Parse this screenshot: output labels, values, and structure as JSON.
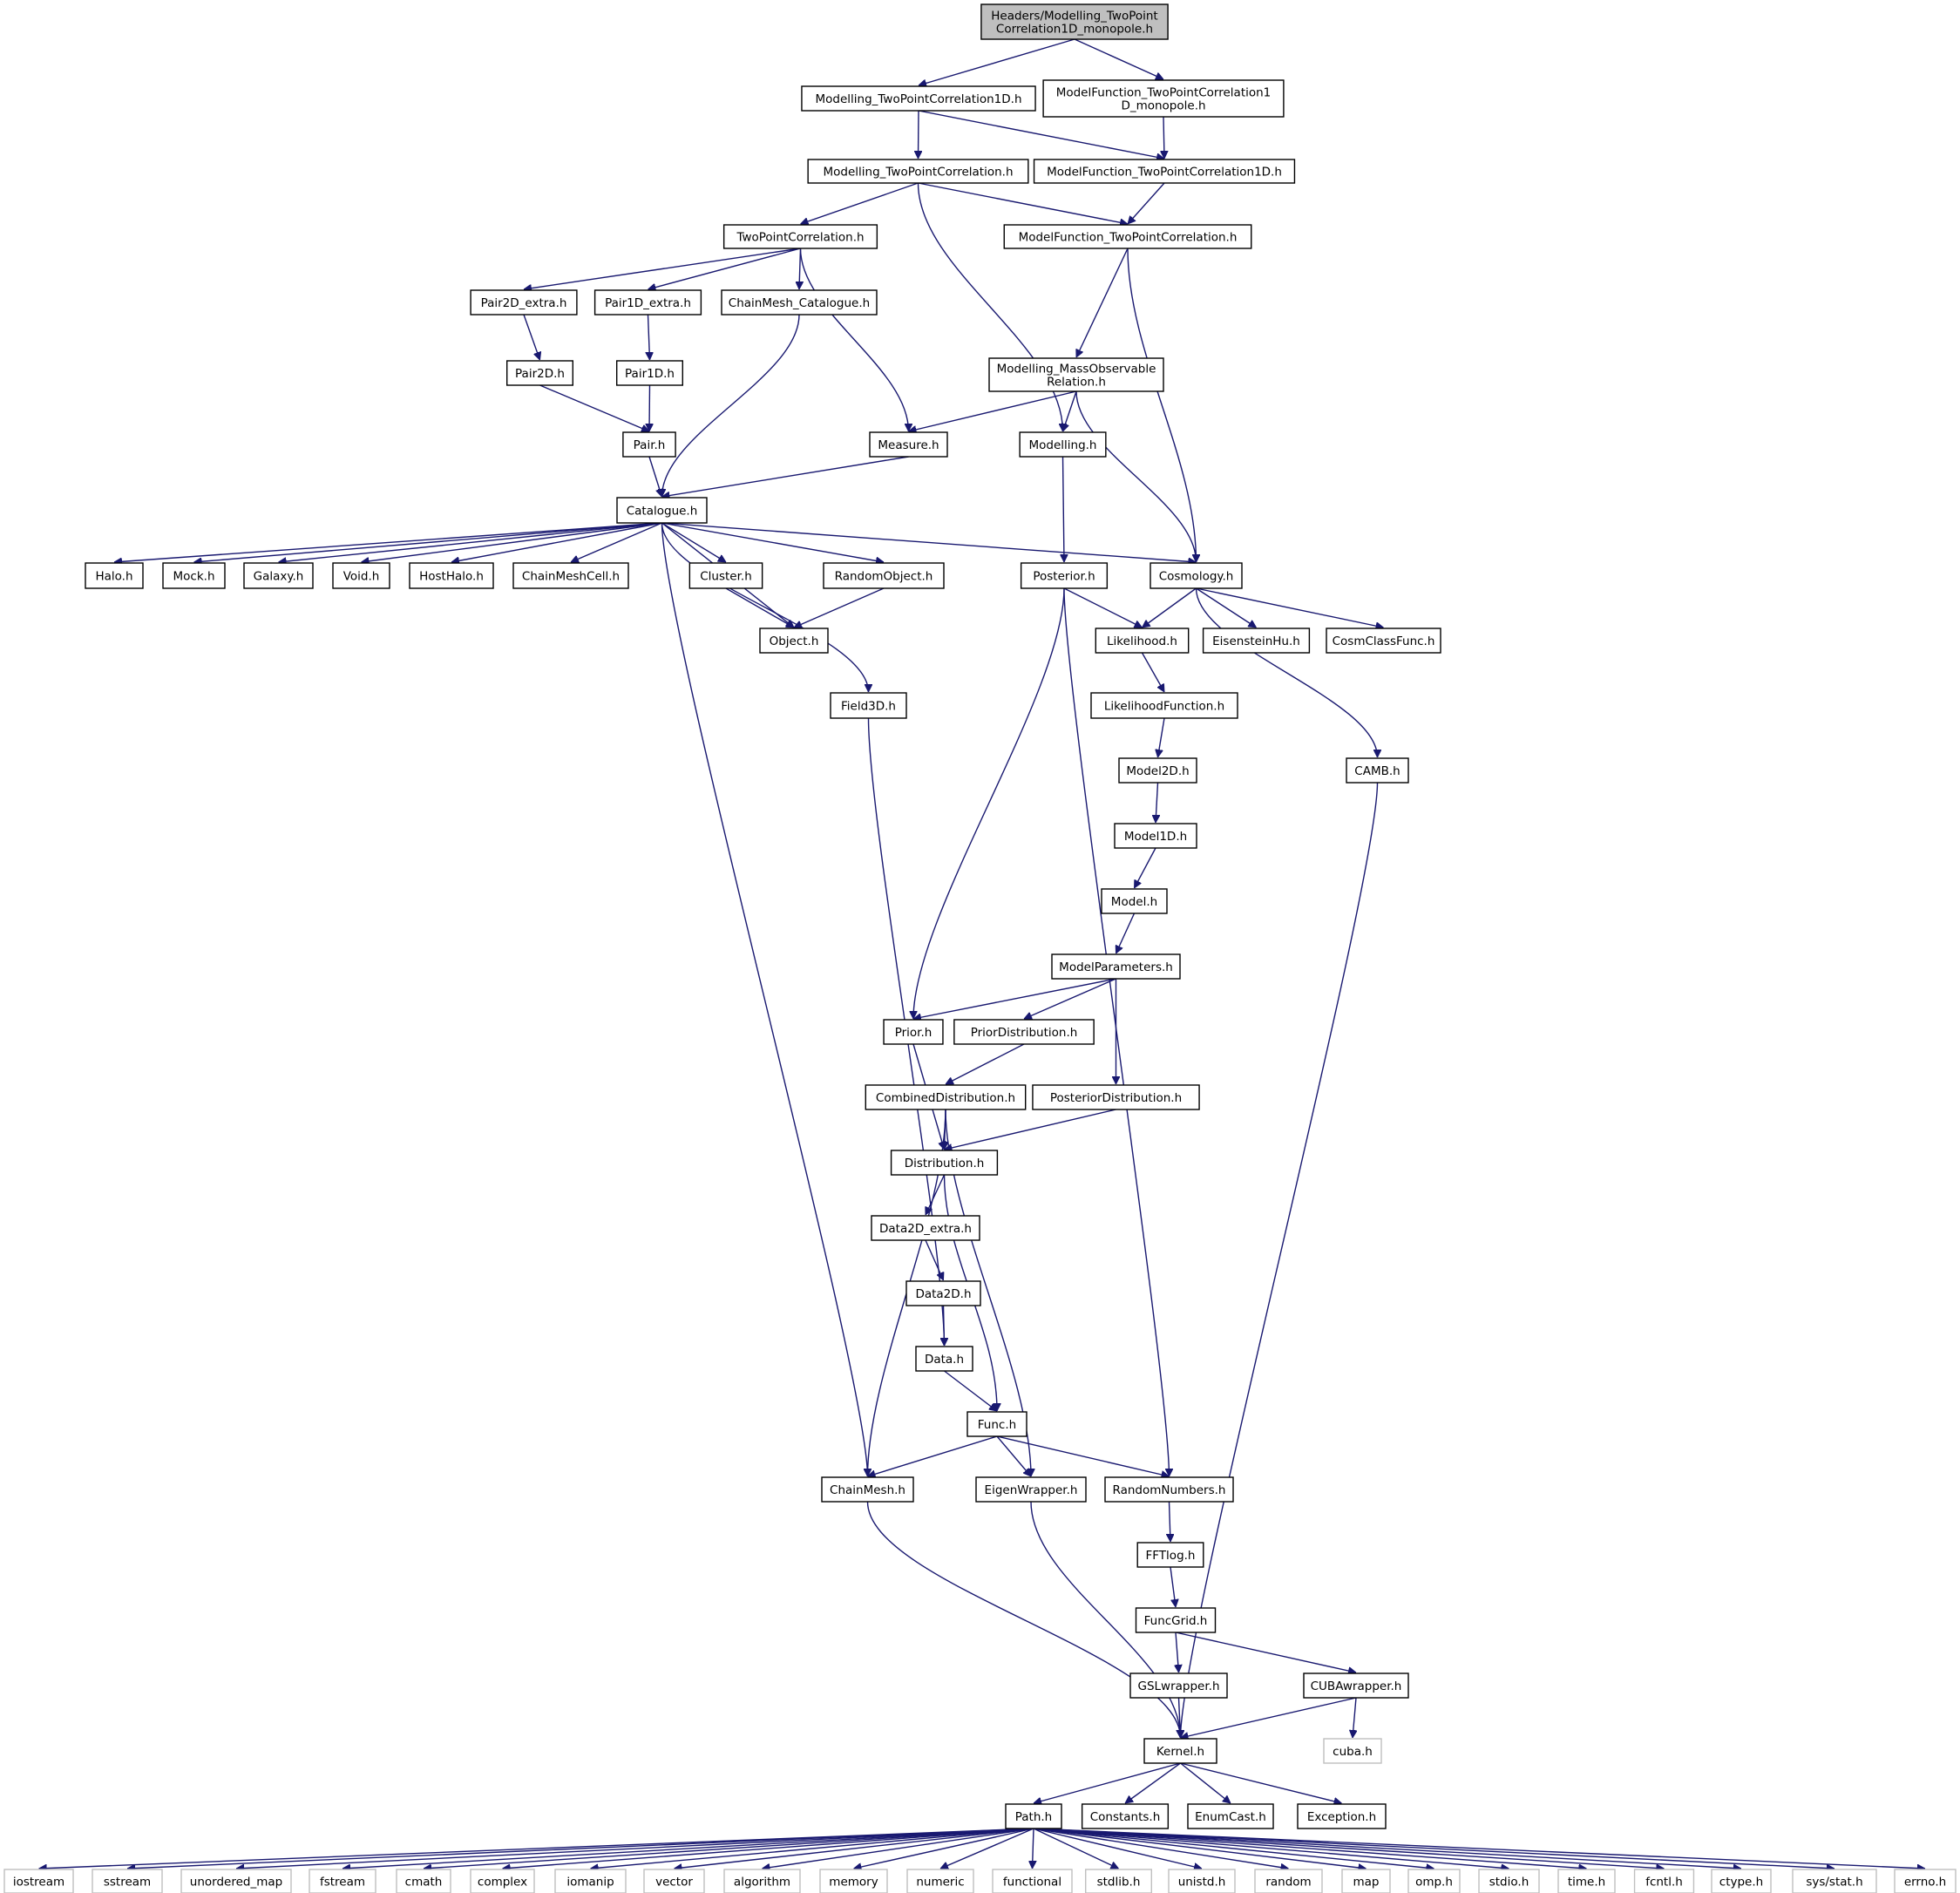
{
  "graph": {
    "edge_color": "#191970",
    "root_fill": "#bfbfbf",
    "external_border": "#bfbfbf",
    "nodes": [
      {
        "id": "root",
        "label": [
          "Headers/Modelling_TwoPoint",
          "Correlation1D_monopole.h"
        ],
        "kind": "root"
      },
      {
        "id": "m2pc1d",
        "label": [
          "Modelling_TwoPointCorrelation1D.h"
        ]
      },
      {
        "id": "mf2pc1dmono",
        "label": [
          "ModelFunction_TwoPointCorrelation1",
          "D_monopole.h"
        ]
      },
      {
        "id": "m2pc",
        "label": [
          "Modelling_TwoPointCorrelation.h"
        ]
      },
      {
        "id": "mf2pc1d",
        "label": [
          "ModelFunction_TwoPointCorrelation1D.h"
        ]
      },
      {
        "id": "tpc",
        "label": [
          "TwoPointCorrelation.h"
        ]
      },
      {
        "id": "mf2pc",
        "label": [
          "ModelFunction_TwoPointCorrelation.h"
        ]
      },
      {
        "id": "p2dx",
        "label": [
          "Pair2D_extra.h"
        ]
      },
      {
        "id": "p1dx",
        "label": [
          "Pair1D_extra.h"
        ]
      },
      {
        "id": "cmcat",
        "label": [
          "ChainMesh_Catalogue.h"
        ]
      },
      {
        "id": "p2d",
        "label": [
          "Pair2D.h"
        ]
      },
      {
        "id": "p1d",
        "label": [
          "Pair1D.h"
        ]
      },
      {
        "id": "mmo",
        "label": [
          "Modelling_MassObservable",
          "Relation.h"
        ]
      },
      {
        "id": "pair",
        "label": [
          "Pair.h"
        ]
      },
      {
        "id": "measure",
        "label": [
          "Measure.h"
        ]
      },
      {
        "id": "modelling",
        "label": [
          "Modelling.h"
        ]
      },
      {
        "id": "catalogue",
        "label": [
          "Catalogue.h"
        ]
      },
      {
        "id": "halo",
        "label": [
          "Halo.h"
        ]
      },
      {
        "id": "mock",
        "label": [
          "Mock.h"
        ]
      },
      {
        "id": "galaxy",
        "label": [
          "Galaxy.h"
        ]
      },
      {
        "id": "void",
        "label": [
          "Void.h"
        ]
      },
      {
        "id": "hosthalo",
        "label": [
          "HostHalo.h"
        ]
      },
      {
        "id": "cmcell",
        "label": [
          "ChainMeshCell.h"
        ]
      },
      {
        "id": "cluster",
        "label": [
          "Cluster.h"
        ]
      },
      {
        "id": "randobj",
        "label": [
          "RandomObject.h"
        ]
      },
      {
        "id": "posterior",
        "label": [
          "Posterior.h"
        ]
      },
      {
        "id": "cosmology",
        "label": [
          "Cosmology.h"
        ]
      },
      {
        "id": "object",
        "label": [
          "Object.h"
        ]
      },
      {
        "id": "likelihood",
        "label": [
          "Likelihood.h"
        ]
      },
      {
        "id": "eh",
        "label": [
          "EisensteinHu.h"
        ]
      },
      {
        "id": "ccf",
        "label": [
          "CosmClassFunc.h"
        ]
      },
      {
        "id": "field3d",
        "label": [
          "Field3D.h"
        ]
      },
      {
        "id": "lf",
        "label": [
          "LikelihoodFunction.h"
        ]
      },
      {
        "id": "model2d",
        "label": [
          "Model2D.h"
        ]
      },
      {
        "id": "camb",
        "label": [
          "CAMB.h"
        ]
      },
      {
        "id": "model1d",
        "label": [
          "Model1D.h"
        ]
      },
      {
        "id": "model",
        "label": [
          "Model.h"
        ]
      },
      {
        "id": "mparams",
        "label": [
          "ModelParameters.h"
        ]
      },
      {
        "id": "prior",
        "label": [
          "Prior.h"
        ]
      },
      {
        "id": "priordist",
        "label": [
          "PriorDistribution.h"
        ]
      },
      {
        "id": "combdist",
        "label": [
          "CombinedDistribution.h"
        ]
      },
      {
        "id": "postdist",
        "label": [
          "PosteriorDistribution.h"
        ]
      },
      {
        "id": "dist",
        "label": [
          "Distribution.h"
        ]
      },
      {
        "id": "d2dx",
        "label": [
          "Data2D_extra.h"
        ]
      },
      {
        "id": "d2d",
        "label": [
          "Data2D.h"
        ]
      },
      {
        "id": "data",
        "label": [
          "Data.h"
        ]
      },
      {
        "id": "func",
        "label": [
          "Func.h"
        ]
      },
      {
        "id": "chainmesh",
        "label": [
          "ChainMesh.h"
        ]
      },
      {
        "id": "eigen",
        "label": [
          "EigenWrapper.h"
        ]
      },
      {
        "id": "randnum",
        "label": [
          "RandomNumbers.h"
        ]
      },
      {
        "id": "fftlog",
        "label": [
          "FFTlog.h"
        ]
      },
      {
        "id": "funcgrid",
        "label": [
          "FuncGrid.h"
        ]
      },
      {
        "id": "gsl",
        "label": [
          "GSLwrapper.h"
        ]
      },
      {
        "id": "cuba_w",
        "label": [
          "CUBAwrapper.h"
        ]
      },
      {
        "id": "cuba",
        "label": [
          "cuba.h"
        ],
        "kind": "ext"
      },
      {
        "id": "kernel",
        "label": [
          "Kernel.h"
        ]
      },
      {
        "id": "path",
        "label": [
          "Path.h"
        ]
      },
      {
        "id": "constants",
        "label": [
          "Constants.h"
        ]
      },
      {
        "id": "enumcast",
        "label": [
          "EnumCast.h"
        ]
      },
      {
        "id": "exception",
        "label": [
          "Exception.h"
        ]
      },
      {
        "id": "iostream",
        "label": [
          "iostream"
        ],
        "kind": "ext"
      },
      {
        "id": "sstream",
        "label": [
          "sstream"
        ],
        "kind": "ext"
      },
      {
        "id": "umap",
        "label": [
          "unordered_map"
        ],
        "kind": "ext"
      },
      {
        "id": "fstream",
        "label": [
          "fstream"
        ],
        "kind": "ext"
      },
      {
        "id": "cmath",
        "label": [
          "cmath"
        ],
        "kind": "ext"
      },
      {
        "id": "complex",
        "label": [
          "complex"
        ],
        "kind": "ext"
      },
      {
        "id": "iomanip",
        "label": [
          "iomanip"
        ],
        "kind": "ext"
      },
      {
        "id": "vector",
        "label": [
          "vector"
        ],
        "kind": "ext"
      },
      {
        "id": "algorithm",
        "label": [
          "algorithm"
        ],
        "kind": "ext"
      },
      {
        "id": "memory",
        "label": [
          "memory"
        ],
        "kind": "ext"
      },
      {
        "id": "numeric",
        "label": [
          "numeric"
        ],
        "kind": "ext"
      },
      {
        "id": "functional",
        "label": [
          "functional"
        ],
        "kind": "ext"
      },
      {
        "id": "stdlib",
        "label": [
          "stdlib.h"
        ],
        "kind": "ext"
      },
      {
        "id": "unistd",
        "label": [
          "unistd.h"
        ],
        "kind": "ext"
      },
      {
        "id": "random",
        "label": [
          "random"
        ],
        "kind": "ext"
      },
      {
        "id": "map",
        "label": [
          "map"
        ],
        "kind": "ext"
      },
      {
        "id": "omp",
        "label": [
          "omp.h"
        ],
        "kind": "ext"
      },
      {
        "id": "stdio",
        "label": [
          "stdio.h"
        ],
        "kind": "ext"
      },
      {
        "id": "timeh",
        "label": [
          "time.h"
        ],
        "kind": "ext"
      },
      {
        "id": "fcntl",
        "label": [
          "fcntl.h"
        ],
        "kind": "ext"
      },
      {
        "id": "ctype",
        "label": [
          "ctype.h"
        ],
        "kind": "ext"
      },
      {
        "id": "sysstat",
        "label": [
          "sys/stat.h"
        ],
        "kind": "ext"
      },
      {
        "id": "errno",
        "label": [
          "errno.h"
        ],
        "kind": "ext"
      }
    ],
    "edges": [
      [
        "root",
        "m2pc1d"
      ],
      [
        "root",
        "mf2pc1dmono"
      ],
      [
        "m2pc1d",
        "m2pc"
      ],
      [
        "m2pc1d",
        "mf2pc1d"
      ],
      [
        "mf2pc1dmono",
        "mf2pc1d"
      ],
      [
        "m2pc",
        "tpc"
      ],
      [
        "m2pc",
        "mf2pc"
      ],
      [
        "m2pc",
        "modelling"
      ],
      [
        "mf2pc1d",
        "mf2pc"
      ],
      [
        "tpc",
        "p2dx"
      ],
      [
        "tpc",
        "p1dx"
      ],
      [
        "tpc",
        "cmcat"
      ],
      [
        "tpc",
        "measure"
      ],
      [
        "mf2pc",
        "mmo"
      ],
      [
        "mf2pc",
        "cosmology"
      ],
      [
        "p2dx",
        "p2d"
      ],
      [
        "p1dx",
        "p1d"
      ],
      [
        "cmcat",
        "catalogue"
      ],
      [
        "p2d",
        "pair"
      ],
      [
        "p1d",
        "pair"
      ],
      [
        "pair",
        "catalogue"
      ],
      [
        "mmo",
        "measure"
      ],
      [
        "mmo",
        "modelling"
      ],
      [
        "mmo",
        "cosmology"
      ],
      [
        "measure",
        "catalogue"
      ],
      [
        "modelling",
        "posterior"
      ],
      [
        "catalogue",
        "halo"
      ],
      [
        "catalogue",
        "mock"
      ],
      [
        "catalogue",
        "galaxy"
      ],
      [
        "catalogue",
        "void"
      ],
      [
        "catalogue",
        "hosthalo"
      ],
      [
        "catalogue",
        "cmcell"
      ],
      [
        "catalogue",
        "cluster"
      ],
      [
        "catalogue",
        "randobj"
      ],
      [
        "catalogue",
        "object"
      ],
      [
        "catalogue",
        "cosmology"
      ],
      [
        "catalogue",
        "field3d"
      ],
      [
        "catalogue",
        "chainmesh"
      ],
      [
        "cluster",
        "object"
      ],
      [
        "randobj",
        "object"
      ],
      [
        "posterior",
        "likelihood"
      ],
      [
        "posterior",
        "prior"
      ],
      [
        "posterior",
        "randnum"
      ],
      [
        "cosmology",
        "likelihood"
      ],
      [
        "cosmology",
        "eh"
      ],
      [
        "cosmology",
        "ccf"
      ],
      [
        "cosmology",
        "camb"
      ],
      [
        "likelihood",
        "lf"
      ],
      [
        "lf",
        "model2d"
      ],
      [
        "model2d",
        "model1d"
      ],
      [
        "model1d",
        "model"
      ],
      [
        "model",
        "mparams"
      ],
      [
        "mparams",
        "prior"
      ],
      [
        "mparams",
        "priordist"
      ],
      [
        "mparams",
        "postdist"
      ],
      [
        "priordist",
        "combdist"
      ],
      [
        "prior",
        "dist"
      ],
      [
        "combdist",
        "dist"
      ],
      [
        "combdist",
        "chainmesh"
      ],
      [
        "combdist",
        "eigen"
      ],
      [
        "postdist",
        "dist"
      ],
      [
        "dist",
        "d2dx"
      ],
      [
        "dist",
        "func"
      ],
      [
        "d2dx",
        "d2d"
      ],
      [
        "d2d",
        "data"
      ],
      [
        "field3d",
        "data"
      ],
      [
        "data",
        "func"
      ],
      [
        "func",
        "chainmesh"
      ],
      [
        "func",
        "eigen"
      ],
      [
        "func",
        "randnum"
      ],
      [
        "camb",
        "kernel"
      ],
      [
        "chainmesh",
        "kernel"
      ],
      [
        "eigen",
        "kernel"
      ],
      [
        "randnum",
        "fftlog"
      ],
      [
        "fftlog",
        "funcgrid"
      ],
      [
        "funcgrid",
        "gsl"
      ],
      [
        "funcgrid",
        "cuba_w"
      ],
      [
        "gsl",
        "kernel"
      ],
      [
        "cuba_w",
        "kernel"
      ],
      [
        "cuba_w",
        "cuba"
      ],
      [
        "kernel",
        "path"
      ],
      [
        "kernel",
        "constants"
      ],
      [
        "kernel",
        "enumcast"
      ],
      [
        "kernel",
        "exception"
      ],
      [
        "path",
        "iostream"
      ],
      [
        "path",
        "sstream"
      ],
      [
        "path",
        "umap"
      ],
      [
        "path",
        "fstream"
      ],
      [
        "path",
        "cmath"
      ],
      [
        "path",
        "complex"
      ],
      [
        "path",
        "iomanip"
      ],
      [
        "path",
        "vector"
      ],
      [
        "path",
        "algorithm"
      ],
      [
        "path",
        "memory"
      ],
      [
        "path",
        "numeric"
      ],
      [
        "path",
        "functional"
      ],
      [
        "path",
        "stdlib"
      ],
      [
        "path",
        "unistd"
      ],
      [
        "path",
        "random"
      ],
      [
        "path",
        "map"
      ],
      [
        "path",
        "omp"
      ],
      [
        "path",
        "stdio"
      ],
      [
        "path",
        "timeh"
      ],
      [
        "path",
        "fcntl"
      ],
      [
        "path",
        "ctype"
      ],
      [
        "path",
        "sysstat"
      ],
      [
        "path",
        "errno"
      ]
    ]
  }
}
